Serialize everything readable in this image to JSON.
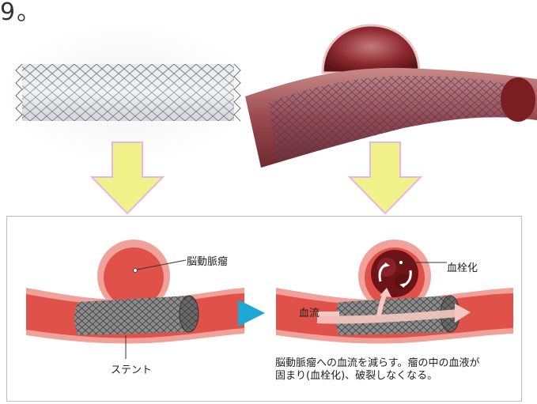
{
  "top_fragment": "9。",
  "labels": {
    "aneurysm": "脳動脈瘤",
    "stent": "ステント",
    "thrombosis": "血栓化",
    "blood_flow": "血流"
  },
  "caption": {
    "line1": "脳動脈瘤への血流を減らす。瘤の中の血液が",
    "line2": "固まり(血栓化)、破裂しなくなる。"
  },
  "colors": {
    "vessel": "#e0514a",
    "vessel_wall": "#f0a29a",
    "arrow_fill": "#f2f28a",
    "arrow_border": "#e6b4e6",
    "play_arrow": "#1ba8d4",
    "thrombus": "#6e1418"
  }
}
